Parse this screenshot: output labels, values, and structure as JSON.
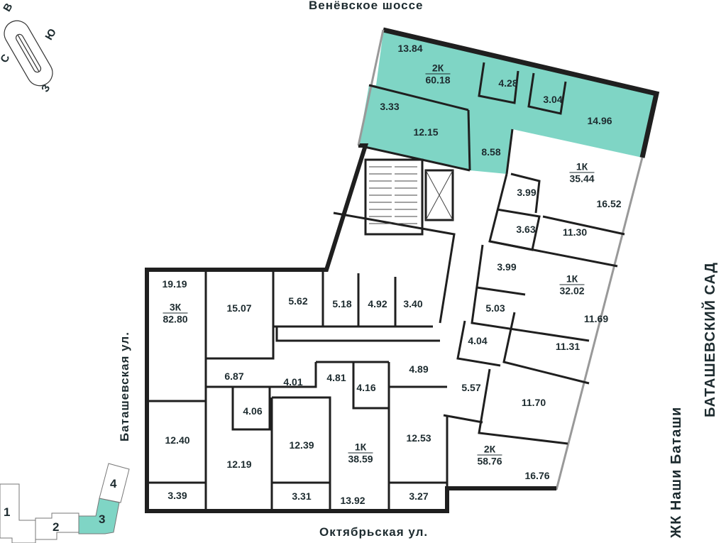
{
  "streets": {
    "top": "Венёвское шоссе",
    "bottom": "Октябрьская ул.",
    "left": "Баташевская ул.",
    "right_inner": "ЖК Наши Баташи",
    "right_outer": "БАТАШЕВСКИЙ САД"
  },
  "compass": {
    "north": "С",
    "south": "Ю",
    "east": "В",
    "west": "З"
  },
  "section_map": {
    "sections": [
      "1",
      "2",
      "3",
      "4"
    ],
    "selected": "3"
  },
  "colors": {
    "highlight": "#7fd5c5",
    "wall": "#1f1f1f",
    "text": "#1d2b2f"
  },
  "highlighted_apartment": {
    "type": "2К",
    "area": "60.18"
  },
  "apartments": [
    {
      "type": "2К",
      "area": "60.18",
      "highlighted": true
    },
    {
      "type": "1К",
      "area": "35.44"
    },
    {
      "type": "1К",
      "area": "32.02"
    },
    {
      "type": "2К",
      "area": "58.76"
    },
    {
      "type": "3К",
      "area": "82.80"
    },
    {
      "type": "1К",
      "area": "38.59"
    }
  ],
  "rooms": [
    "13.84",
    "4.28",
    "3.04",
    "3.33",
    "12.15",
    "14.96",
    "8.58",
    "3.99",
    "16.52",
    "3.63",
    "11.30",
    "3.99",
    "5.03",
    "11.69",
    "11.31",
    "4.04",
    "11.70",
    "5.57",
    "4.89",
    "16.76",
    "19.19",
    "15.07",
    "5.62",
    "5.18",
    "4.92",
    "3.40",
    "6.87",
    "4.01",
    "4.81",
    "4.16",
    "4.06",
    "12.40",
    "12.19",
    "12.39",
    "12.53",
    "3.39",
    "3.31",
    "13.92",
    "3.27"
  ]
}
